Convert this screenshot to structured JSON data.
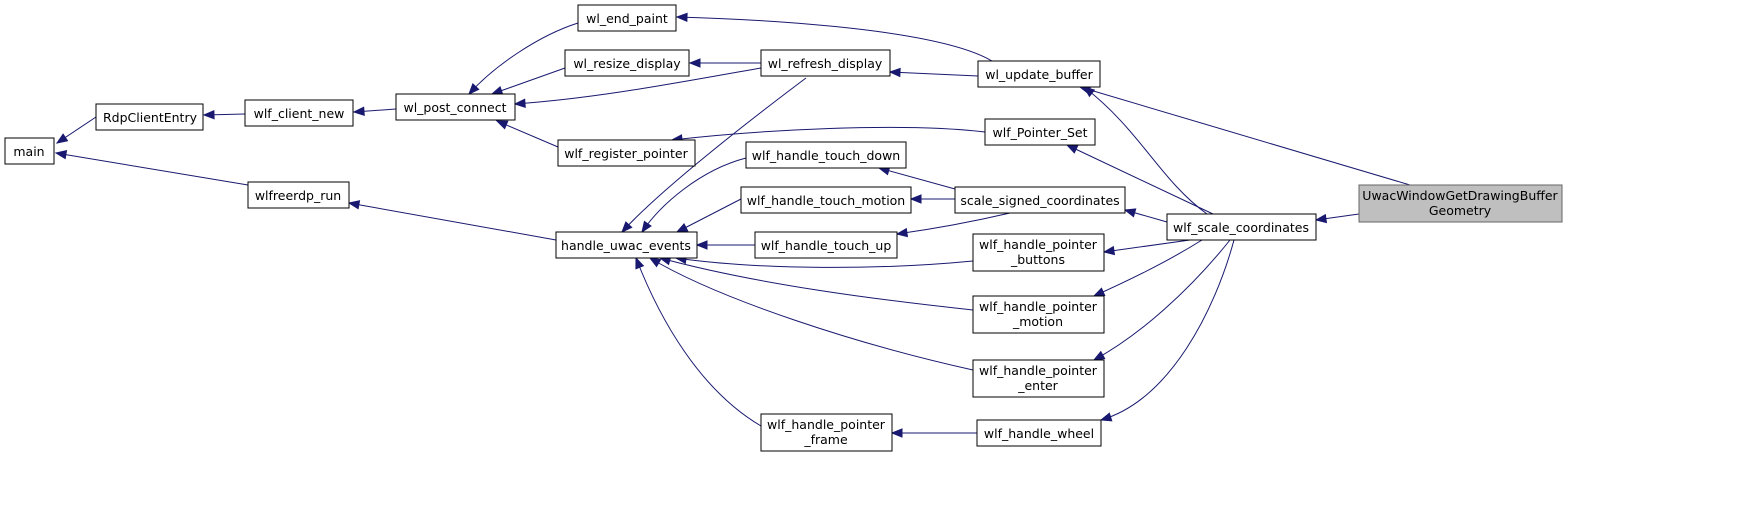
{
  "nodes": {
    "main": [
      "main"
    ],
    "rdp_client_entry": [
      "RdpClientEntry"
    ],
    "wlf_client_new": [
      "wlf_client_new"
    ],
    "wl_post_connect": [
      "wl_post_connect"
    ],
    "wl_end_paint": [
      "wl_end_paint"
    ],
    "wl_resize_display": [
      "wl_resize_display"
    ],
    "wl_refresh_display": [
      "wl_refresh_display"
    ],
    "wl_update_buffer": [
      "wl_update_buffer"
    ],
    "wlf_register_pointer": [
      "wlf_register_pointer"
    ],
    "wlf_pointer_set": [
      "wlf_Pointer_Set"
    ],
    "wlfreerdp_run": [
      "wlfreerdp_run"
    ],
    "handle_uwac_events": [
      "handle_uwac_events"
    ],
    "wlf_handle_touch_down": [
      "wlf_handle_touch_down"
    ],
    "wlf_handle_touch_motion": [
      "wlf_handle_touch_motion"
    ],
    "wlf_handle_touch_up": [
      "wlf_handle_touch_up"
    ],
    "scale_signed_coordinates": [
      "scale_signed_coordinates"
    ],
    "wlf_handle_pointer_buttons": [
      "wlf_handle_pointer",
      "_buttons"
    ],
    "wlf_handle_pointer_motion": [
      "wlf_handle_pointer",
      "_motion"
    ],
    "wlf_handle_pointer_enter": [
      "wlf_handle_pointer",
      "_enter"
    ],
    "wlf_handle_pointer_frame": [
      "wlf_handle_pointer",
      "_frame"
    ],
    "wlf_handle_wheel": [
      "wlf_handle_wheel"
    ],
    "wlf_scale_coordinates": [
      "wlf_scale_coordinates"
    ],
    "uwac_window_get_drawing_buffer_geometry": [
      "UwacWindowGetDrawingBuffer",
      "Geometry"
    ]
  },
  "root_node": "uwac_window_get_drawing_buffer_geometry",
  "edges": [
    {
      "from": "rdp_client_entry",
      "to": "main"
    },
    {
      "from": "wlfreerdp_run",
      "to": "main"
    },
    {
      "from": "wlf_client_new",
      "to": "rdp_client_entry"
    },
    {
      "from": "wl_post_connect",
      "to": "wlf_client_new"
    },
    {
      "from": "wl_end_paint",
      "to": "wl_post_connect"
    },
    {
      "from": "wl_resize_display",
      "to": "wl_post_connect"
    },
    {
      "from": "wl_refresh_display",
      "to": "wl_post_connect"
    },
    {
      "from": "wlf_register_pointer",
      "to": "wl_post_connect"
    },
    {
      "from": "wl_refresh_display",
      "to": "wl_resize_display"
    },
    {
      "from": "wl_refresh_display",
      "to": "handle_uwac_events"
    },
    {
      "from": "wl_update_buffer",
      "to": "wl_end_paint"
    },
    {
      "from": "wl_update_buffer",
      "to": "wl_refresh_display"
    },
    {
      "from": "wlf_pointer_set",
      "to": "wlf_register_pointer"
    },
    {
      "from": "handle_uwac_events",
      "to": "wlfreerdp_run"
    },
    {
      "from": "wlf_handle_touch_down",
      "to": "handle_uwac_events"
    },
    {
      "from": "wlf_handle_touch_motion",
      "to": "handle_uwac_events"
    },
    {
      "from": "wlf_handle_touch_up",
      "to": "handle_uwac_events"
    },
    {
      "from": "wlf_handle_pointer_buttons",
      "to": "handle_uwac_events"
    },
    {
      "from": "wlf_handle_pointer_motion",
      "to": "handle_uwac_events"
    },
    {
      "from": "wlf_handle_pointer_enter",
      "to": "handle_uwac_events"
    },
    {
      "from": "wlf_handle_pointer_frame",
      "to": "handle_uwac_events"
    },
    {
      "from": "scale_signed_coordinates",
      "to": "wlf_handle_touch_down"
    },
    {
      "from": "scale_signed_coordinates",
      "to": "wlf_handle_touch_motion"
    },
    {
      "from": "scale_signed_coordinates",
      "to": "wlf_handle_touch_up"
    },
    {
      "from": "wlf_handle_wheel",
      "to": "wlf_handle_pointer_frame"
    },
    {
      "from": "wlf_scale_coordinates",
      "to": "wl_update_buffer"
    },
    {
      "from": "wlf_scale_coordinates",
      "to": "wlf_pointer_set"
    },
    {
      "from": "wlf_scale_coordinates",
      "to": "scale_signed_coordinates"
    },
    {
      "from": "wlf_scale_coordinates",
      "to": "wlf_handle_pointer_buttons"
    },
    {
      "from": "wlf_scale_coordinates",
      "to": "wlf_handle_pointer_motion"
    },
    {
      "from": "wlf_scale_coordinates",
      "to": "wlf_handle_pointer_enter"
    },
    {
      "from": "wlf_scale_coordinates",
      "to": "wlf_handle_wheel"
    },
    {
      "from": "uwac_window_get_drawing_buffer_geometry",
      "to": "wl_update_buffer"
    },
    {
      "from": "uwac_window_get_drawing_buffer_geometry",
      "to": "wlf_scale_coordinates"
    }
  ],
  "colors": {
    "edge": "#191970",
    "node_border": "#000000",
    "root_fill": "#bfbfbf",
    "root_border": "#666666"
  }
}
